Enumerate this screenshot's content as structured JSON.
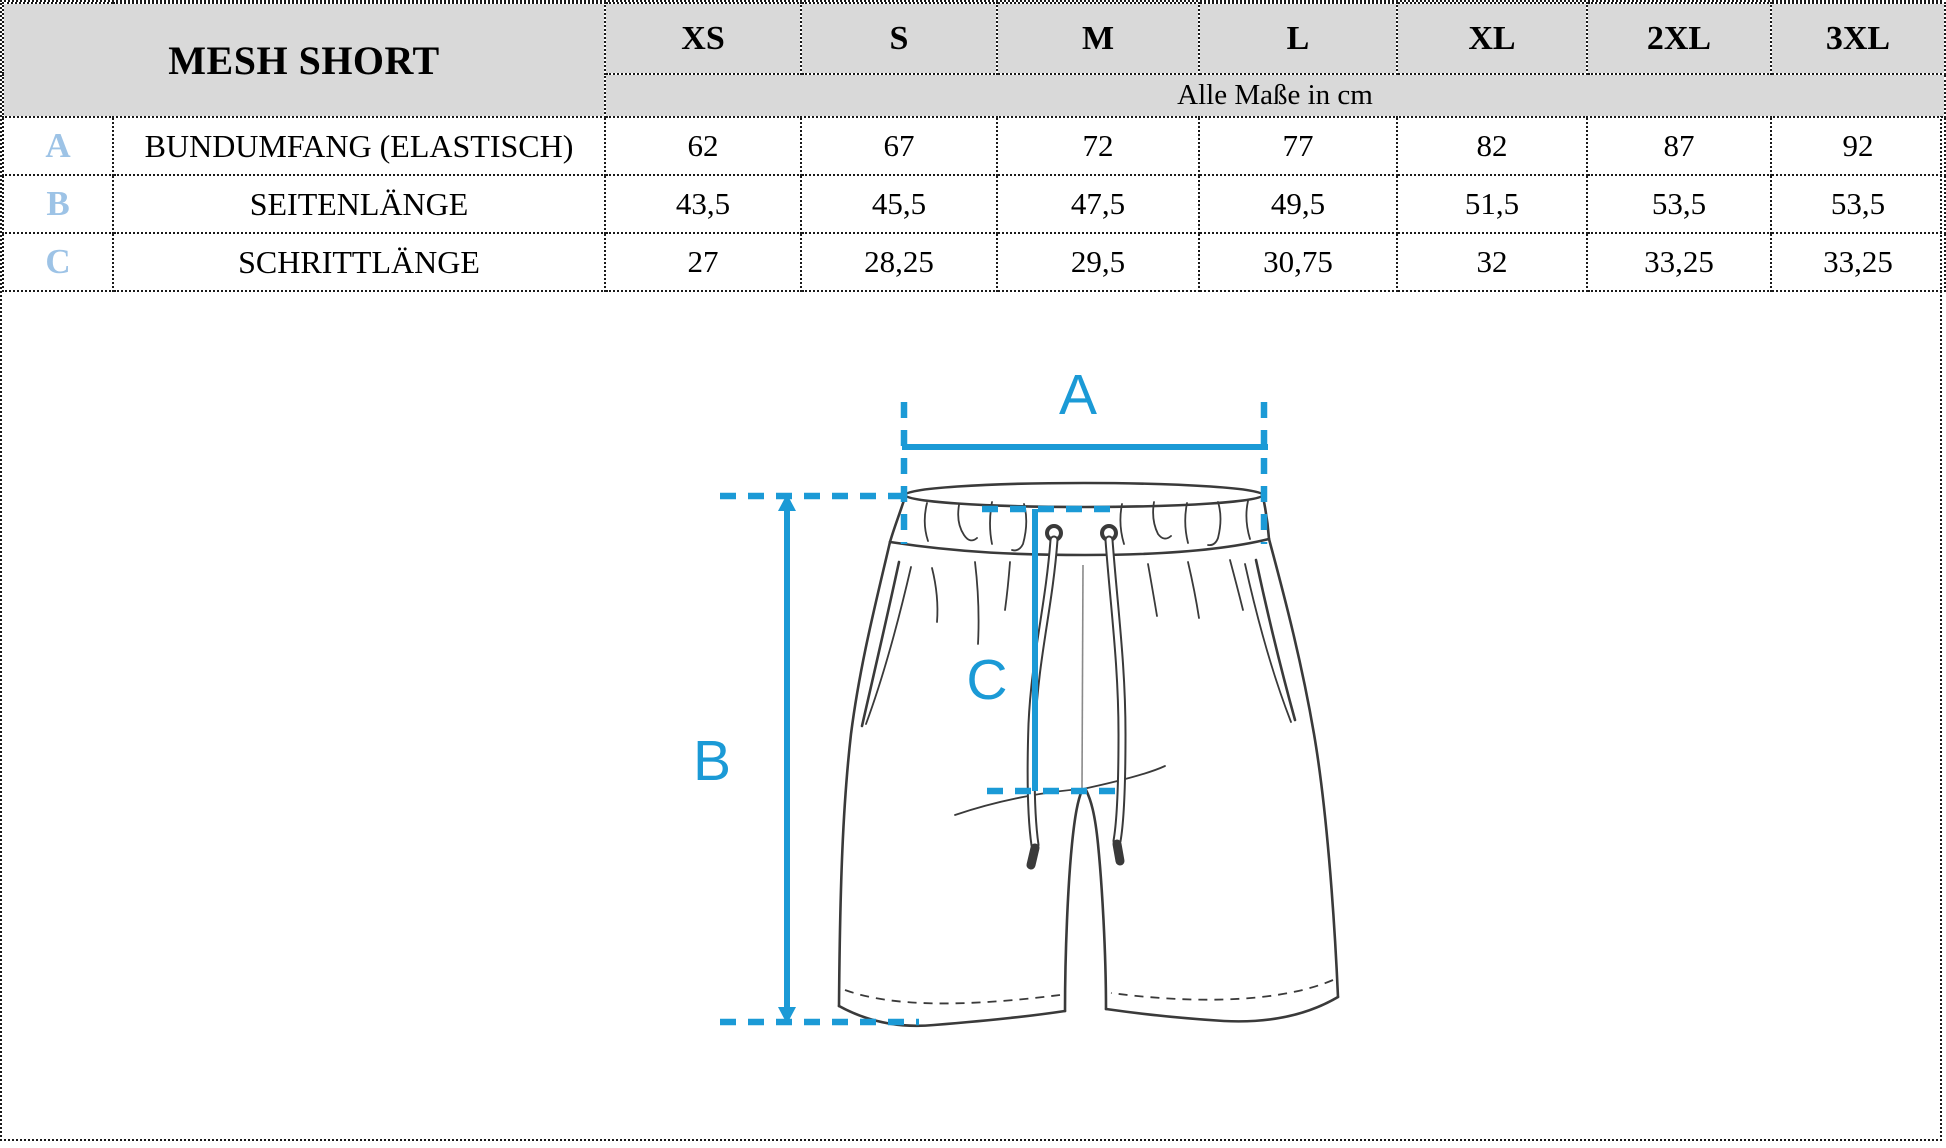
{
  "title": "MESH SHORT",
  "unit_note": "Alle Maße in cm",
  "sizes": [
    "XS",
    "S",
    "M",
    "L",
    "XL",
    "2XL",
    "3XL"
  ],
  "rows": [
    {
      "letter": "A",
      "label": "BUNDUMFANG (ELASTISCH)",
      "values": [
        "62",
        "67",
        "72",
        "77",
        "82",
        "87",
        "92"
      ]
    },
    {
      "letter": "B",
      "label": "SEITENLÄNGE",
      "values": [
        "43,5",
        "45,5",
        "47,5",
        "49,5",
        "51,5",
        "53,5",
        "53,5"
      ]
    },
    {
      "letter": "C",
      "label": "SCHRITTLÄNGE",
      "values": [
        "27",
        "28,25",
        "29,5",
        "30,75",
        "32",
        "33,25",
        "33,25"
      ]
    }
  ],
  "diagram_labels": {
    "a": "A",
    "b": "B",
    "c": "C"
  },
  "colors": {
    "dimension_blue": "#1b9ad6",
    "row_letter_blue": "#9dc3e6",
    "header_gray": "#d9d9d9",
    "border_dark": "#1a1a1a",
    "sketch_line": "#3a3a3a"
  }
}
